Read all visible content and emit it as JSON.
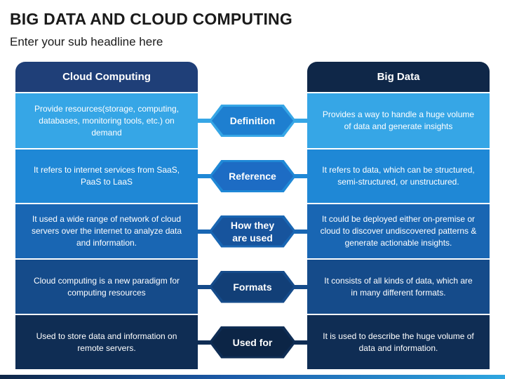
{
  "title": "BIG DATA AND CLOUD COMPUTING",
  "subtitle": "Enter your sub headline here",
  "columns": {
    "left": "Cloud Computing",
    "right": "Big Data"
  },
  "rows": [
    {
      "label": "Definition",
      "left": "Provide resources(storage, computing, databases, monitoring tools, etc.) on demand",
      "right": "Provides a way to handle a huge volume of data and generate insights",
      "color": "#36a6e6",
      "hex_color": "#1e7fd0"
    },
    {
      "label": "Reference",
      "left": "It refers to internet services from SaaS, PaaS to LaaS",
      "right": "It refers to data, which can be structured, semi-structured, or unstructured.",
      "color": "#1f88d6",
      "hex_color": "#1d6cc4"
    },
    {
      "label": "How they are used",
      "left": "It used a wide range of network of cloud servers over the internet to analyze data and information.",
      "right": "It could be deployed either on-premise or cloud to discover undiscovered patterns & generate actionable insights.",
      "color": "#1966b3",
      "hex_color": "#17549d"
    },
    {
      "label": "Formats",
      "left": "Cloud computing is a new paradigm for computing resources",
      "right": "It consists of all kinds of data, which are in many different formats.",
      "color": "#154b8a",
      "hex_color": "#123f77"
    },
    {
      "label": "Used for",
      "left": "Used to store data and information on remote servers.",
      "right": "It is used to describe the huge volume of data and information.",
      "color": "#0f2d54",
      "hex_color": "#0c2546"
    }
  ]
}
